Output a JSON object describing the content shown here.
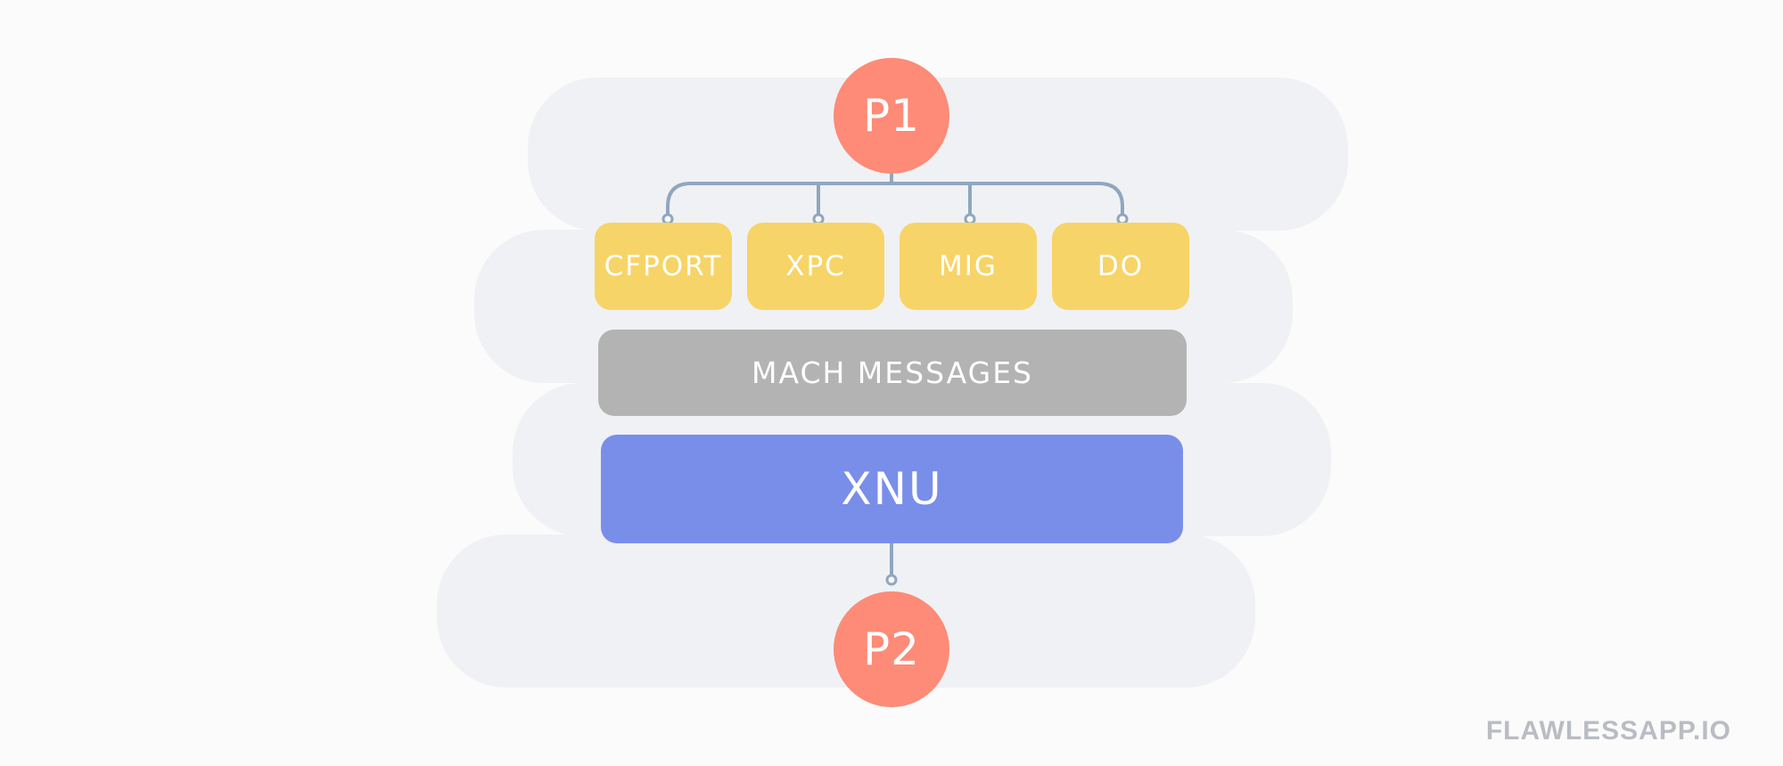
{
  "diagram": {
    "top_process": "P1",
    "bottom_process": "P2",
    "ipc_mechanisms": [
      "CFPORT",
      "XPC",
      "MIG",
      "DO"
    ],
    "mach_layer": "MACH MESSAGES",
    "kernel_layer": "XNU"
  },
  "watermark": "FLAWLESSAPP.IO",
  "colors": {
    "process": "#fd8b77",
    "ipc_box": "#f7d467",
    "mach_layer": "#b3b3b3",
    "kernel_layer": "#798ee9",
    "connector": "#8fa6bf",
    "background_band": "#f0f1f4"
  }
}
